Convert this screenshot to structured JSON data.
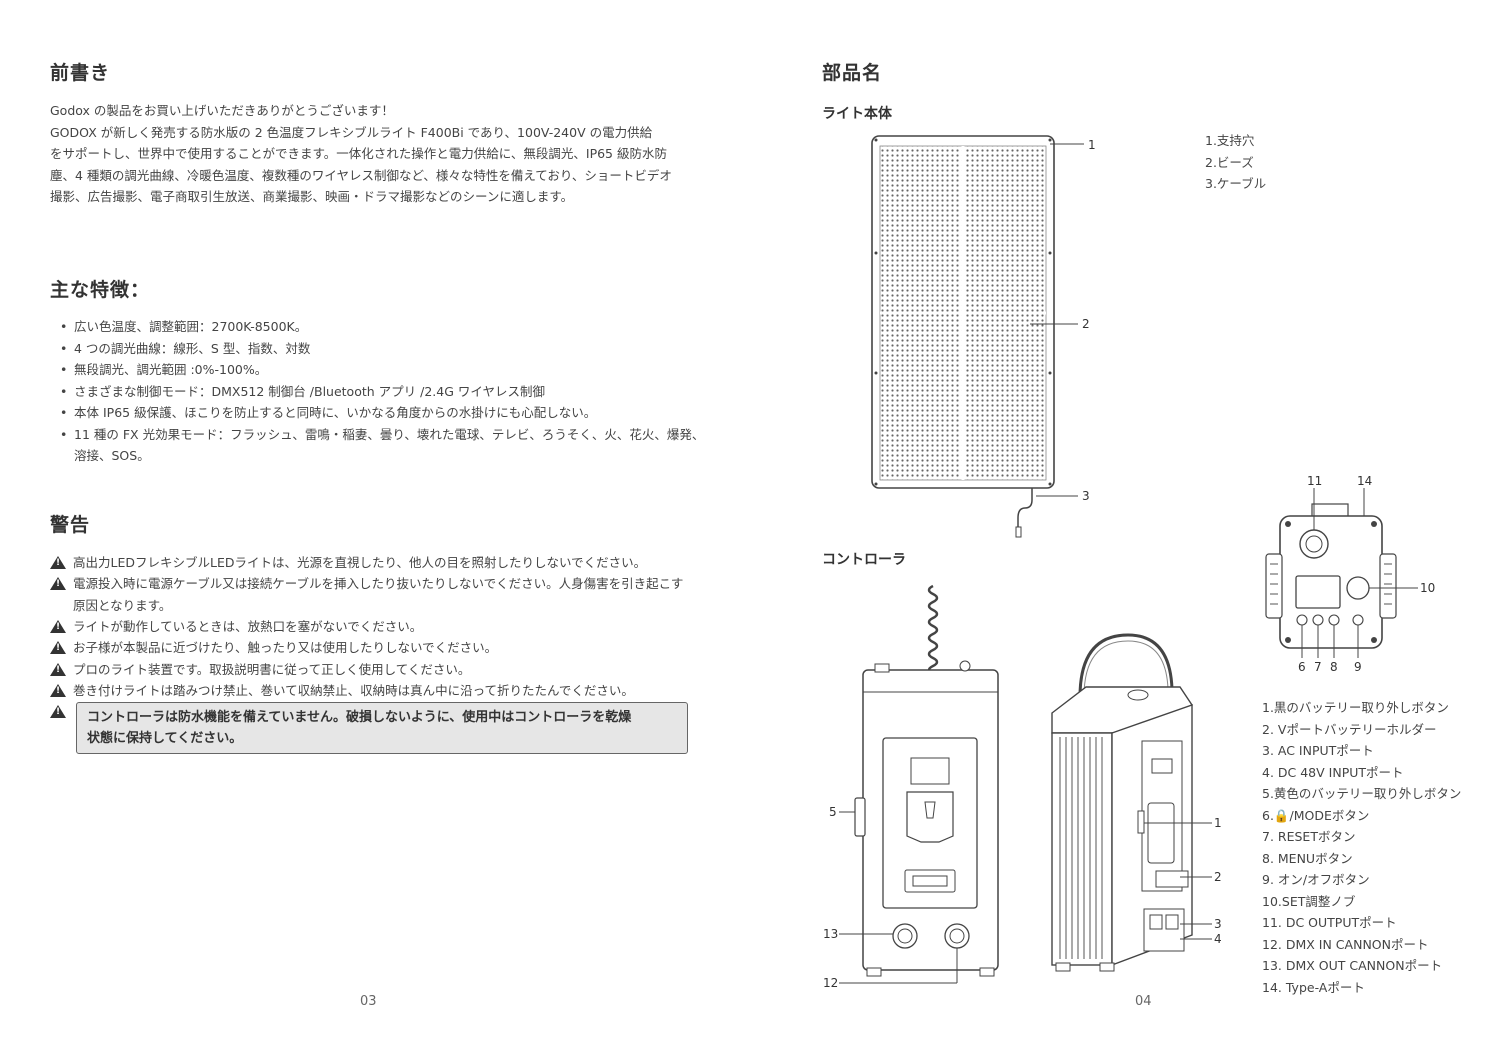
{
  "left": {
    "title": "前書き",
    "intro": [
      "Godox の製品をお買い上げいただきありがとうございます！",
      "GODOX が新しく発売する防水版の 2 色温度フレキシブルライト F400Bi であり、100V-240V の電力供給",
      "をサポートし、世界中で使用することができます。一体化された操作と電力供給に、無段調光、IP65 級防水防",
      "塵、4 種類の調光曲線、冷暖色温度、複数種のワイヤレス制御など、様々な特性を備えており、ショートビデオ",
      "撮影、広告撮影、電子商取引生放送、商業撮影、映画・ドラマ撮影などのシーンに適します。"
    ],
    "features_title": "主な特徴：",
    "features": [
      "広い色温度、調整範囲：2700K-8500K。",
      "4 つの調光曲線：線形、S 型、指数、対数",
      "無段調光、調光範囲 :0%-100%。",
      "さまざまな制御モード：DMX512 制御台 /Bluetooth アプリ /2.4G ワイヤレス制御",
      "本体 IP65 級保護、ほこりを防止すると同時に、いかなる角度からの水掛けにも心配しない。",
      "11 種の FX 光効果モード：フラッシュ、雷鳴・稲妻、曇り、壊れた電球、テレビ、ろうそく、火、花火、爆発、",
      "溶接、SOS。"
    ],
    "warning_title": "警告",
    "warnings": [
      "高出力LEDフレキシブルLEDライトは、光源を直視したり、他人の目を照射したりしないでください。",
      "電源投入時に電源ケーブル又は接続ケーブルを挿入したり抜いたりしないでください。人身傷害を引き起こす",
      "原因となります。",
      "ライトが動作しているときは、放熱口を塞がないでください。",
      "お子様が本製品に近づけたり、触ったり又は使用したりしないでください。",
      "プロのライト装置です。取扱説明書に従って正しく使用してください。",
      "巻き付けライトは踏みつけ禁止、巻いて収納禁止、収納時は真ん中に沿って折りたたんでください。"
    ],
    "note": [
      "コントローラは防水機能を備えていません。破損しないように、使用中はコントローラを乾燥",
      "状態に保持してください。"
    ],
    "page_number": "03"
  },
  "right": {
    "title": "部品名",
    "light_body_title": "ライト本体",
    "light_parts": [
      "1.支持穴",
      "2.ビーズ",
      "3.ケーブル"
    ],
    "light_callouts": [
      "1",
      "2",
      "3"
    ],
    "controller_title": "コントローラ",
    "controller_callouts": {
      "top_view": [
        "11",
        "14",
        "10",
        "6",
        "7",
        "8",
        "9"
      ],
      "front_view": [
        "5",
        "13",
        "12"
      ],
      "side_view": [
        "1",
        "2",
        "3",
        "4"
      ]
    },
    "controller_parts": [
      "1.黒のバッテリー取り外しボタン",
      "2. Vポートバッテリーホルダー",
      "3. AC INPUTポート",
      "4. DC 48V INPUTポート",
      "5.黄色のバッテリー取り外しボタン",
      "6.🔒/MODEボタン",
      "7. RESETボタン",
      "8. MENUボタン",
      "9. オン/オフボタン",
      "10.SET調整ノブ",
      "11. DC OUTPUTポート",
      "12. DMX IN CANNONポート",
      "13. DMX OUT CANNONポート",
      "14. Type-Aポート"
    ],
    "page_number": "04"
  }
}
